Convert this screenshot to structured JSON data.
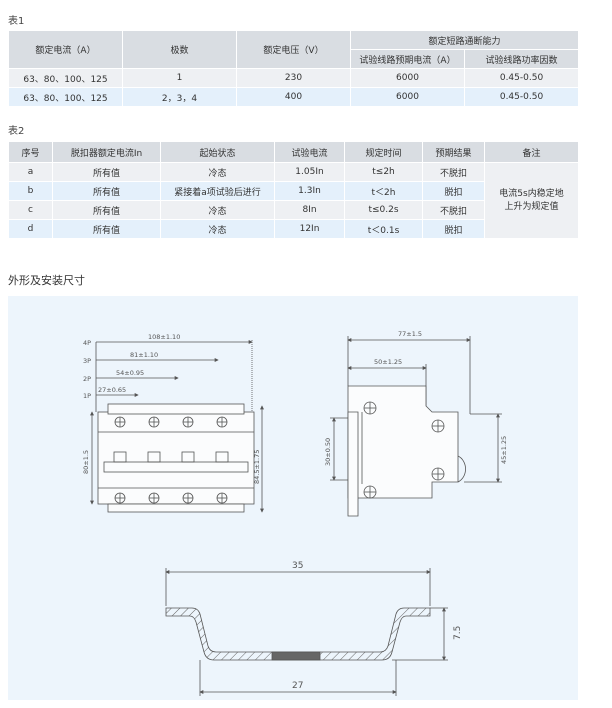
{
  "table1": {
    "caption": "表1",
    "headers": {
      "rated_current": "额定电流（A）",
      "poles": "极数",
      "rated_voltage": "额定电压（V）",
      "breaking_capacity": "额定短路通断能力",
      "test_current": "试验线路预期电流（A）",
      "power_factor": "试验线路功率因数"
    },
    "rows": [
      [
        "63、80、100、125",
        "1",
        "230",
        "6000",
        "0.45-0.50"
      ],
      [
        "63、80、100、125",
        "2，3，4",
        "400",
        "6000",
        "0.45-0.50"
      ]
    ]
  },
  "table2": {
    "caption": "表2",
    "headers": [
      "序号",
      "脱扣器额定电流In",
      "起始状态",
      "试验电流",
      "规定时间",
      "预期结果",
      "备注"
    ],
    "rows": [
      [
        "a",
        "所有值",
        "冷态",
        "1.05In",
        "t≤2h",
        "不脱扣"
      ],
      [
        "b",
        "所有值",
        "紧接着a项试验后进行",
        "1.3In",
        "t＜2h",
        "脱扣"
      ],
      [
        "c",
        "所有值",
        "冷态",
        "8In",
        "t≤0.2s",
        "不脱扣"
      ],
      [
        "d",
        "所有值",
        "冷态",
        "12In",
        "t＜0.1s",
        "脱扣"
      ]
    ],
    "note_line1": "电流5s内稳定地",
    "note_line2": "上升为规定值"
  },
  "section_title": "外形及安装尺寸",
  "drawing_front": {
    "pole_labels": [
      "4P",
      "3P",
      "2P",
      "1P"
    ],
    "dims": [
      "108±1.10",
      "81±1.10",
      "54±0.95",
      "27±0.65"
    ],
    "height_left": "80±1.5",
    "height_right": "84.5±1.75"
  },
  "drawing_side": {
    "width_top": "77±1.5",
    "width_mid": "50±1.25",
    "height_left": "30±0.50",
    "height_right": "45±1.25"
  },
  "drawing_rail": {
    "top_width": "35",
    "bottom_width": "27",
    "height": "7.5"
  }
}
